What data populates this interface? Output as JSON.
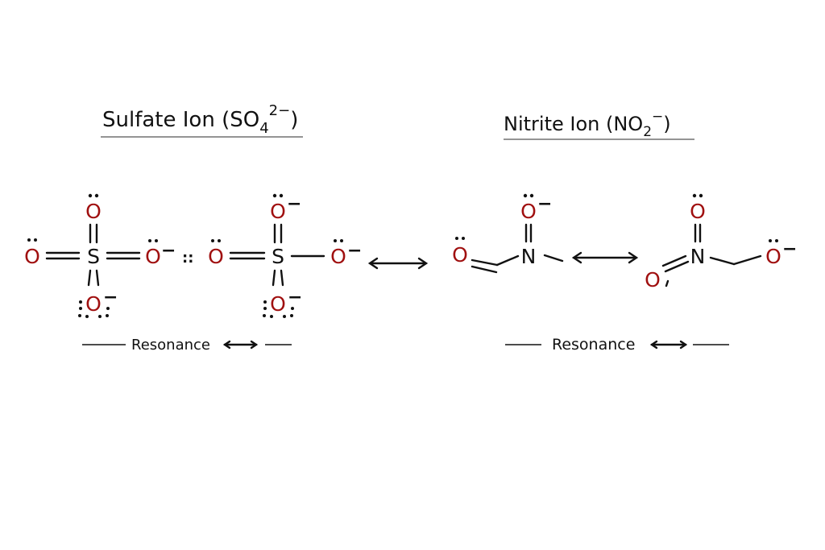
{
  "sulfate": {
    "title": "Sulfate Ion (SO",
    "subscript": "4",
    "superscript": "2−",
    "title_close": ")",
    "central_atom": "S",
    "oxygen": "O",
    "charge": "−",
    "separator": "::",
    "resonance_label": "Resonance"
  },
  "nitrite": {
    "title": "Nitrite Ion (NO",
    "subscript": "2",
    "superscript": "−",
    "title_close": ")",
    "central_atom": "N",
    "oxygen": "O",
    "charge": "−",
    "resonance_label": "Resonance"
  },
  "colors": {
    "oxygen": "#a01010",
    "ink": "#111111"
  }
}
